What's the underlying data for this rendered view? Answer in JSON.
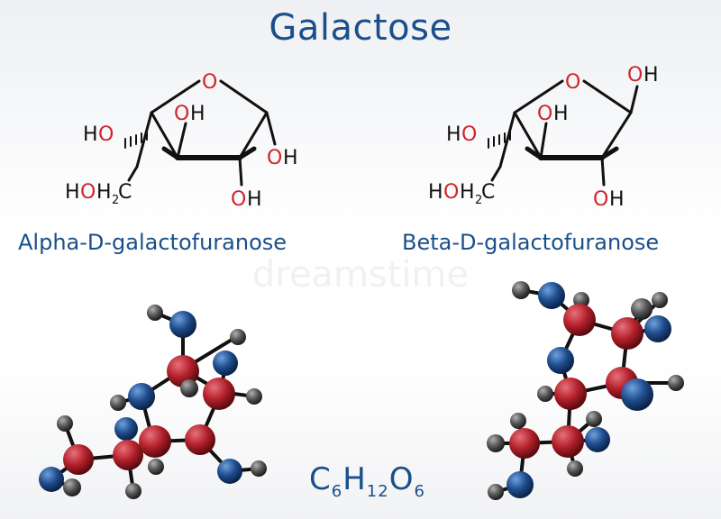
{
  "title": "Galactose",
  "watermark": "dreamstime",
  "captions": {
    "alpha": "Alpha-D-galactofuranose",
    "beta": "Beta-D-galactofuranose"
  },
  "formula": {
    "c": "C",
    "c_count": "6",
    "h": "H",
    "h_count": "12",
    "o": "O",
    "o_count": "6"
  },
  "structure_labels": {
    "ring_o": "O",
    "oh_o": "O",
    "oh_h": "H",
    "ho_h": "H",
    "ho_o": "O",
    "hoh2c": [
      "H",
      "O",
      "H",
      "2",
      "C"
    ]
  },
  "colors": {
    "title": "#1b4f8a",
    "oxygen_label": "#d0242b",
    "carbon_sphere": "#b3202a",
    "oxygen_sphere": "#1e4c8c",
    "hydrogen_sphere": "#555555",
    "bond": "#111111"
  }
}
